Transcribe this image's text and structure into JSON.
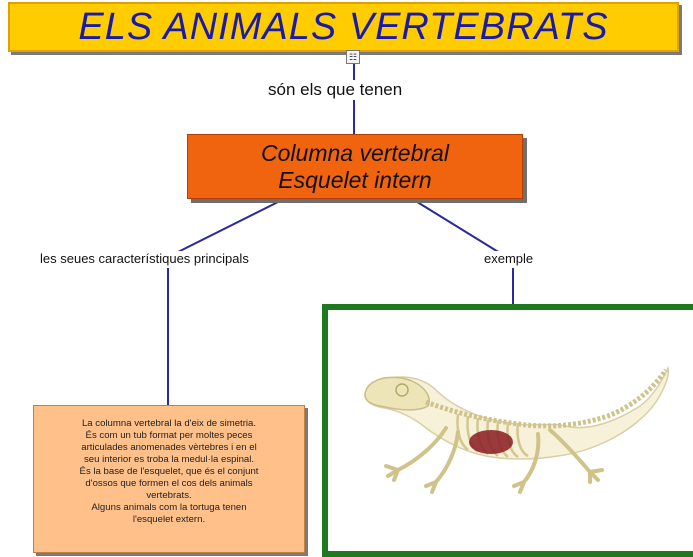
{
  "title": "ELS ANIMALS VERTEBRATS",
  "icons": {
    "link_icon": "hyperlink-icon"
  },
  "links": {
    "son_els_que_tenen": "són els que tenen",
    "caracteristiques": "les seues característiques principals",
    "exemple": "exemple"
  },
  "concept": {
    "line1": "Columna vertebral",
    "line2": "Esquelet intern"
  },
  "description": {
    "lines": [
      "La columna vertebral la d'eix de simetria.",
      "És com un tub format per moltes peces",
      "articulades anomenades vèrtebres i en el",
      "seu interior es troba la medul·la espinal.",
      "És la base de l'esquelet, que és el conjunt",
      "d'ossos que formen el cos dels animals",
      "vertebrats.",
      "Alguns animals com la tortuga tenen",
      "l'esquelet extern."
    ]
  },
  "colors": {
    "title_bg": "#ffcc00",
    "title_text": "#1a1aa8",
    "concept_bg": "#f06410",
    "description_bg": "#ffc08a",
    "connector": "#2a2aa0",
    "frame": "#1f7a1f"
  }
}
